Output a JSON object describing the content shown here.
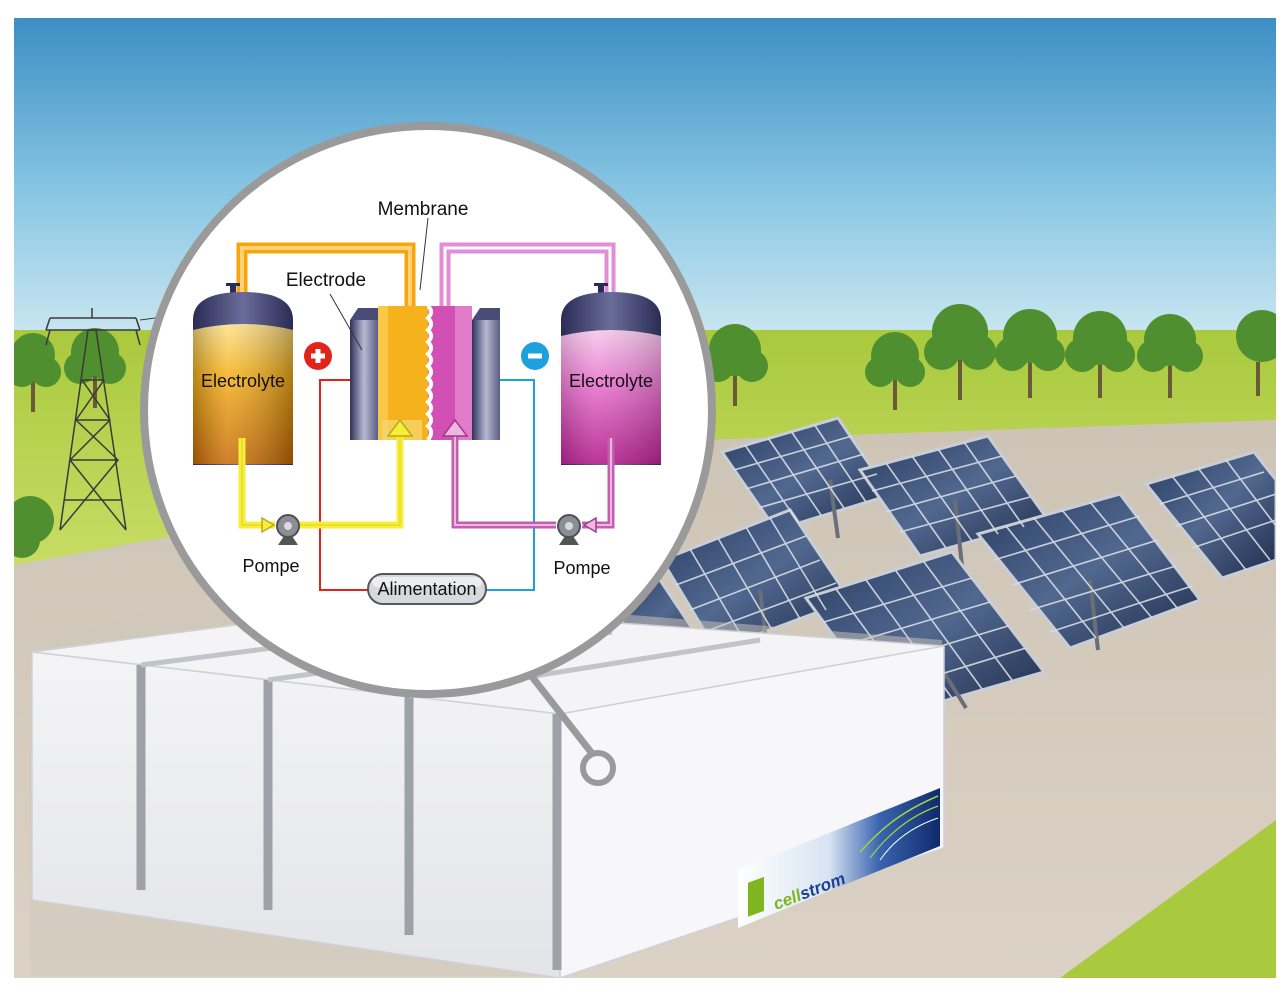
{
  "labels": {
    "membrane": "Membrane",
    "electrode": "Electrode",
    "electrolyte_left": "Electrolyte",
    "electrolyte_right": "Electrolyte",
    "pump_left": "Pompe",
    "pump_right": "Pompe",
    "power_supply": "Alimentation"
  },
  "logo": {
    "prefix": "cell",
    "suffix": "strom"
  },
  "icons": {
    "positive": "plus-icon",
    "negative": "minus-icon"
  },
  "colors": {
    "positive_electrolyte": "#f6a50c",
    "negative_electrolyte": "#e05fc0",
    "positive_terminal": "#e2231a",
    "negative_terminal": "#1da1dc",
    "positive_flow": "#f7ee3a",
    "negative_flow": "#c260b0"
  }
}
